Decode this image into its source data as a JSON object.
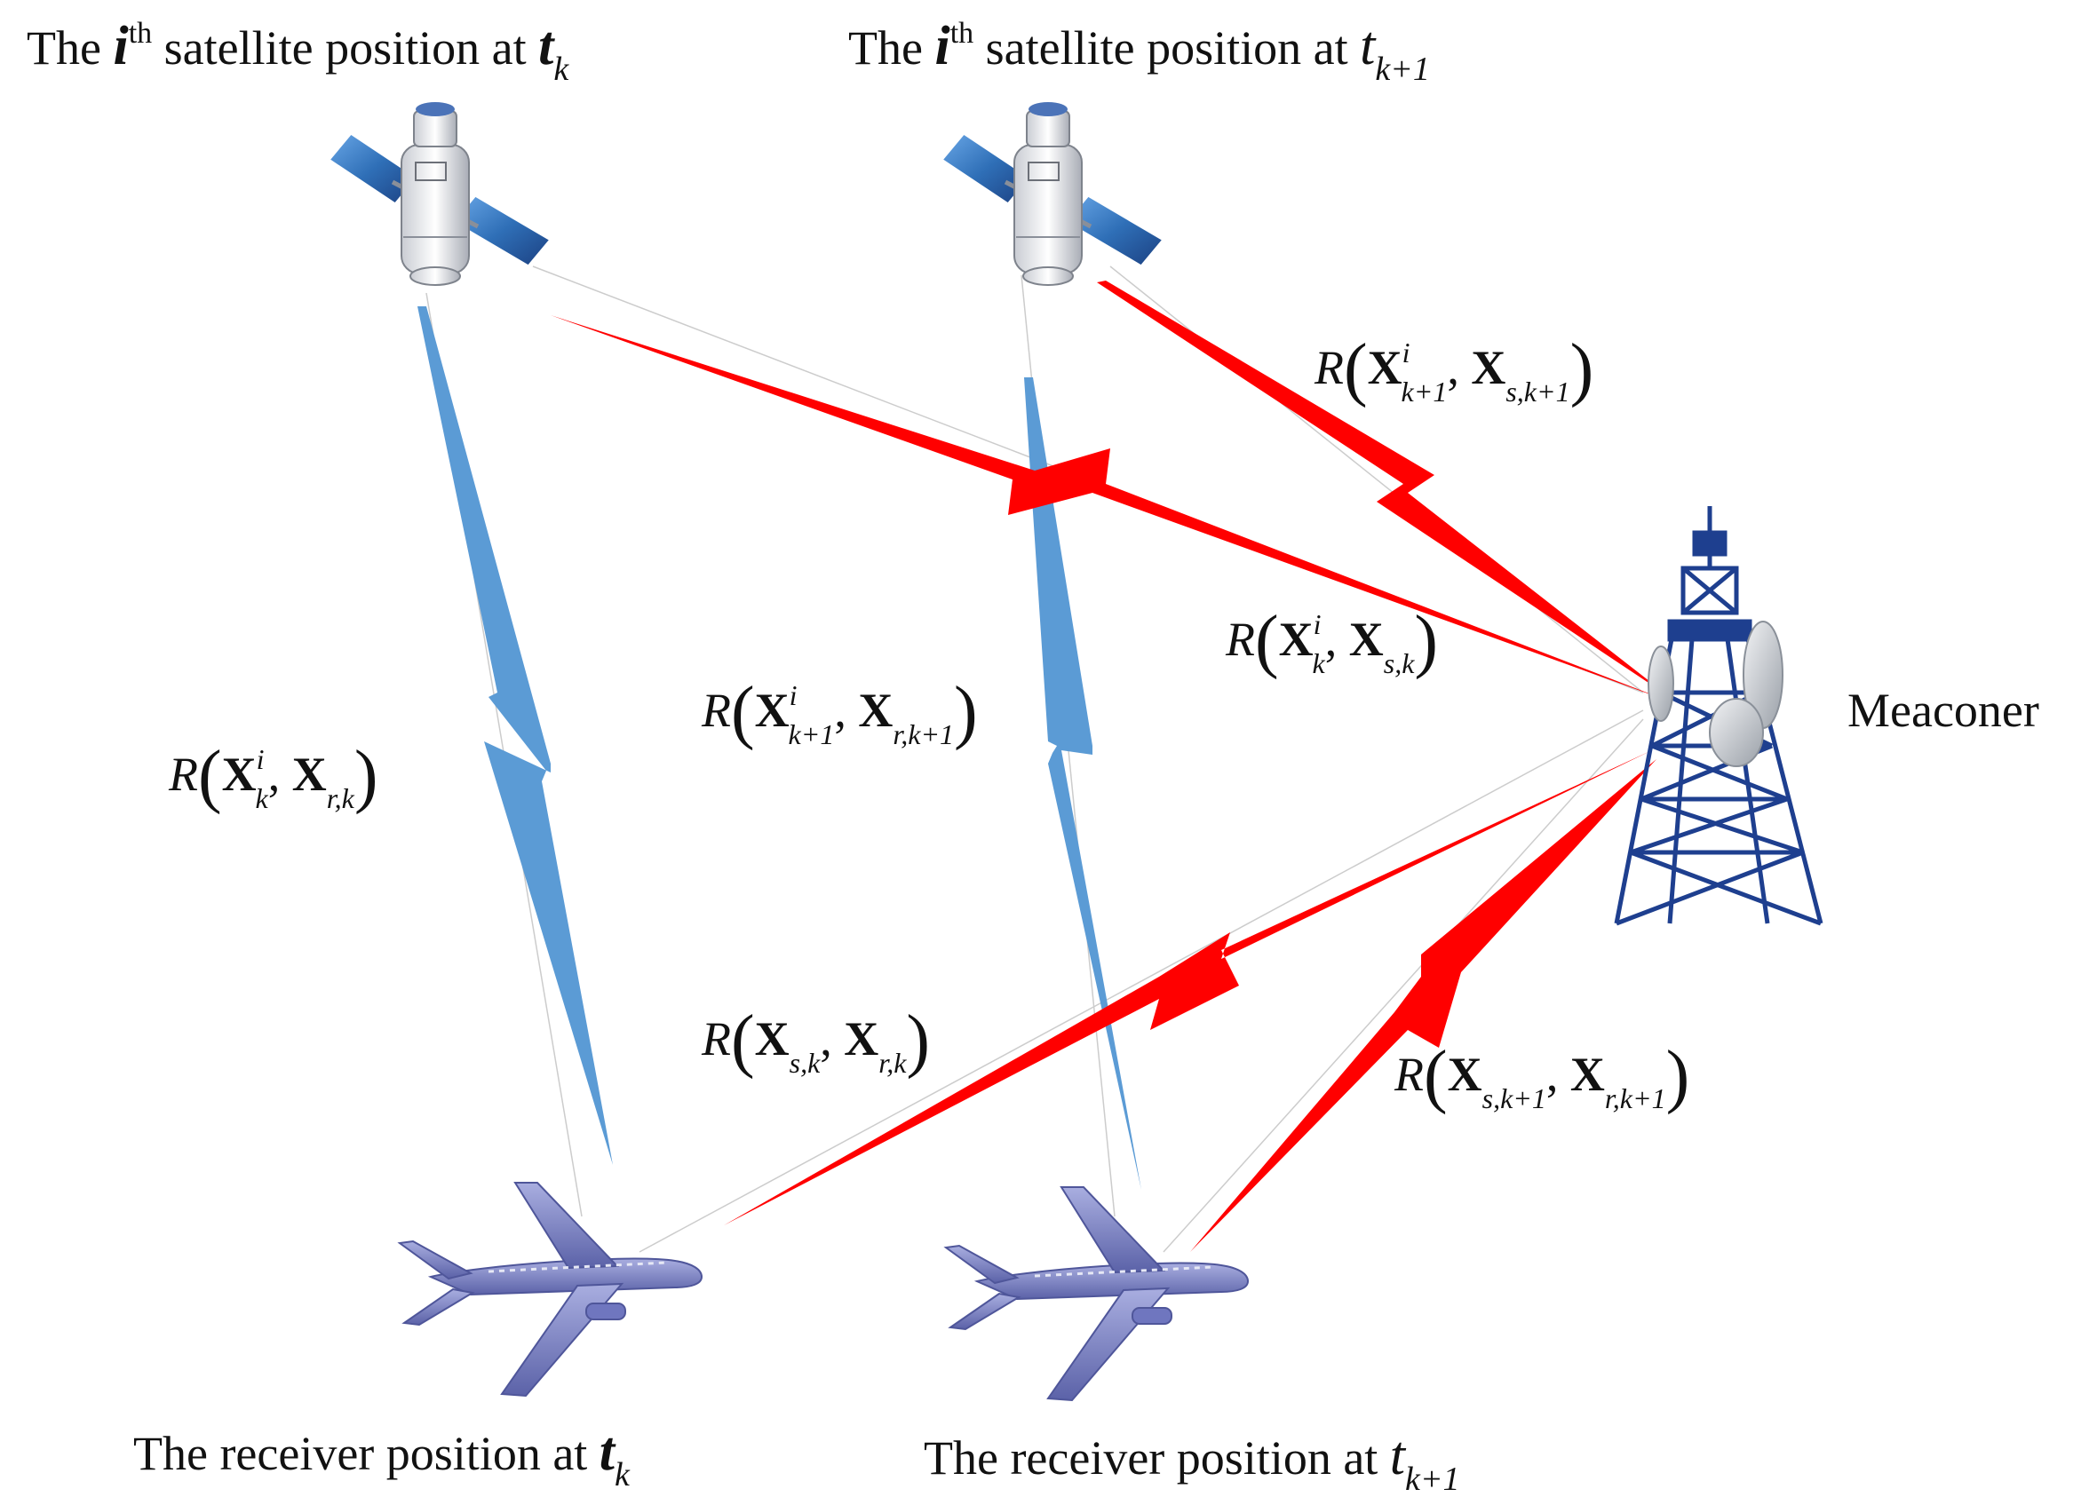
{
  "captions": {
    "sat1": {
      "text": "The ",
      "var": "i",
      "sup": "th",
      "rest": " satellite position at ",
      "t": "t",
      "sub": "k"
    },
    "sat2": {
      "text": "The ",
      "var": "i",
      "sup": "th",
      "rest": " satellite position at ",
      "t": "t",
      "sub": "k+1"
    },
    "rcv1": {
      "text": "The receiver position at ",
      "t": "t",
      "sub": "k"
    },
    "rcv2": {
      "text": "The receiver position at ",
      "t": "t",
      "sub": "k+1"
    },
    "meaconer": "Meaconer"
  },
  "ranges": {
    "sat1_rcv1": {
      "R": "R",
      "a": "X",
      "a_sup": "i",
      "a_sub": "k",
      "b": "X",
      "b_sub": "r,k"
    },
    "sat2_rcv2": {
      "R": "R",
      "a": "X",
      "a_sup": "i",
      "a_sub": "k+1",
      "b": "X",
      "b_sub": "r,k+1"
    },
    "sat1_meac": {
      "R": "R",
      "a": "X",
      "a_sup": "i",
      "a_sub": "k",
      "b": "X",
      "b_sub": "s,k"
    },
    "sat2_meac": {
      "R": "R",
      "a": "X",
      "a_sup": "i",
      "a_sub": "k+1",
      "b": "X",
      "b_sub": "s,k+1"
    },
    "meac_rcv1": {
      "R": "R",
      "a": "X",
      "a_sub": "s,k",
      "b": "X",
      "b_sub": "r,k"
    },
    "meac_rcv2": {
      "R": "R",
      "a": "X",
      "a_sub": "s,k+1",
      "b": "X",
      "b_sub": "r,k+1"
    }
  },
  "icons": {
    "satellite": "satellite-icon",
    "airplane": "airplane-icon",
    "tower": "radio-tower-icon"
  },
  "colors": {
    "true_signal": "#5b9bd5",
    "spoof_signal": "#ff0000",
    "solar_panel": "#2f6fb7",
    "airplane": "#7f86c6",
    "tower": "#1e3f8f",
    "guide_line": "#cccccc"
  }
}
